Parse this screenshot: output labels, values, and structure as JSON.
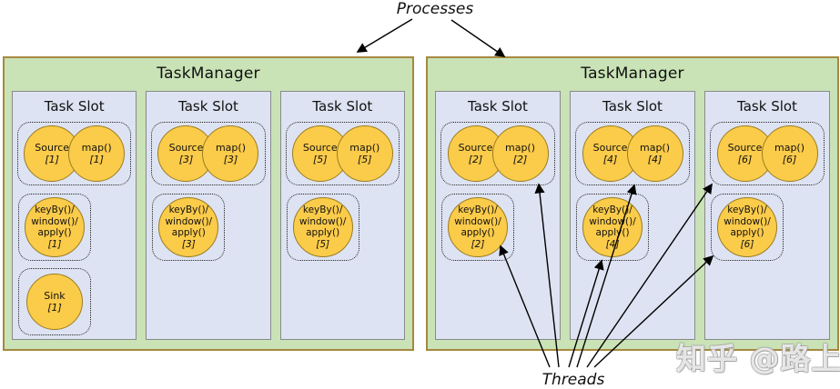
{
  "labels": {
    "processes": "Processes",
    "threads": "Threads"
  },
  "watermark": "知乎 @路上",
  "tms": [
    {
      "title": "TaskManager",
      "slots": [
        {
          "title": "Task Slot",
          "source": {
            "label": "Source",
            "index": "[1]"
          },
          "map": {
            "label": "map()",
            "index": "[1]"
          },
          "keyby": {
            "line1": "keyBy()/",
            "line2": "window()/",
            "line3": "apply()",
            "index": "[1]"
          },
          "sink": {
            "label": "Sink",
            "index": "[1]"
          }
        },
        {
          "title": "Task Slot",
          "source": {
            "label": "Source",
            "index": "[3]"
          },
          "map": {
            "label": "map()",
            "index": "[3]"
          },
          "keyby": {
            "line1": "keyBy()/",
            "line2": "window()/",
            "line3": "apply()",
            "index": "[3]"
          }
        },
        {
          "title": "Task Slot",
          "source": {
            "label": "Source",
            "index": "[5]"
          },
          "map": {
            "label": "map()",
            "index": "[5]"
          },
          "keyby": {
            "line1": "keyBy()/",
            "line2": "window()/",
            "line3": "apply()",
            "index": "[5]"
          }
        }
      ]
    },
    {
      "title": "TaskManager",
      "slots": [
        {
          "title": "Task Slot",
          "source": {
            "label": "Source",
            "index": "[2]"
          },
          "map": {
            "label": "map()",
            "index": "[2]"
          },
          "keyby": {
            "line1": "keyBy()/",
            "line2": "window()/",
            "line3": "apply()",
            "index": "[2]"
          }
        },
        {
          "title": "Task Slot",
          "source": {
            "label": "Source",
            "index": "[4]"
          },
          "map": {
            "label": "map()",
            "index": "[4]"
          },
          "keyby": {
            "line1": "keyBy()/",
            "line2": "window()/",
            "line3": "apply()",
            "index": "[4]"
          }
        },
        {
          "title": "Task Slot",
          "source": {
            "label": "Source",
            "index": "[6]"
          },
          "map": {
            "label": "map()",
            "index": "[6]"
          },
          "keyby": {
            "line1": "keyBy()/",
            "line2": "window()/",
            "line3": "apply()",
            "index": "[6]"
          }
        }
      ]
    }
  ],
  "colors": {
    "taskmanager_fill": "#c9e2b6",
    "taskmanager_border": "#a6893f",
    "slot_fill": "#dde3f2",
    "slot_border": "#8a8a8a",
    "circle_fill": "#fbcb4a",
    "circle_border": "#9a7d20",
    "arrow": "#000000"
  }
}
